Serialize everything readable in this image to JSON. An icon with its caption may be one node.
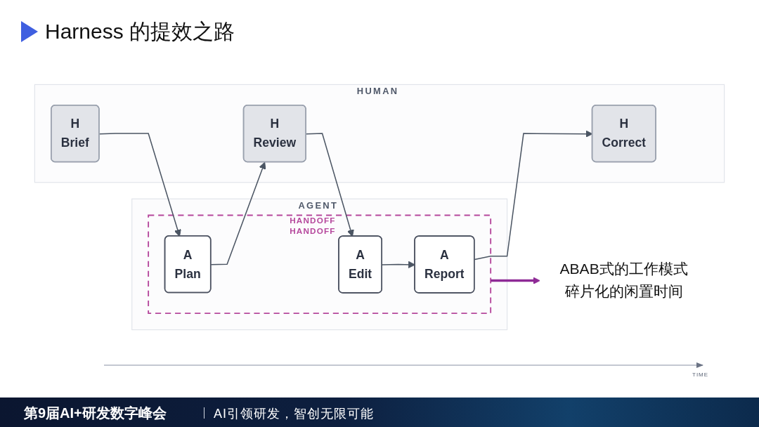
{
  "diagram": {
    "title": "Harness 的提效之路",
    "nodes": [
      {
        "text": [
          "HUMAN"
        ]
      },
      {
        "text": [
          "H",
          "Brief"
        ],
        "in": 0
      },
      {
        "text": [
          "H",
          "Review"
        ],
        "in": 0
      },
      {
        "text": [
          "H",
          "Correct"
        ],
        "in": 0
      },
      {
        "text": [
          "AGENT"
        ]
      },
      {
        "text": [
          "HANDOFF",
          "HANDOFF"
        ],
        "in": 4
      },
      {
        "text": [
          "A",
          "Plan"
        ],
        "in": 5
      },
      {
        "text": [
          "A",
          "Edit"
        ],
        "in": 5
      },
      {
        "text": [
          "A",
          "Report"
        ],
        "in": 5
      },
      {
        "text": [
          "ABAB式的工作模式",
          "碎片化的闲置时间"
        ]
      }
    ],
    "edges": [
      {
        "from": 1,
        "to": 6,
        "arrow": "to"
      },
      {
        "from": 6,
        "to": 2,
        "arrow": "to"
      },
      {
        "from": 2,
        "to": 7,
        "arrow": "to"
      },
      {
        "from": 7,
        "to": 8,
        "arrow": "to"
      },
      {
        "from": 8,
        "to": 3,
        "arrow": "to"
      },
      {
        "from": 5,
        "to": 9,
        "arrow": "to",
        "style": "thick",
        "color": "#8e2a96"
      }
    ],
    "labels": [
      "TIME",
      "第9届AI+研发数字峰会",
      "AI引领研发，智创无限可能"
    ]
  }
}
